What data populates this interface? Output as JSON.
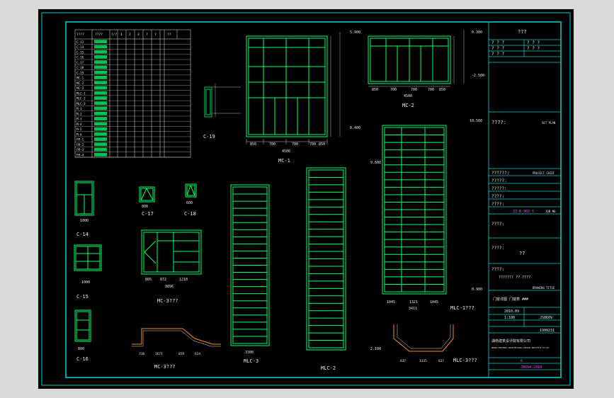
{
  "title_block": {
    "title": "???",
    "rows_top": [
      "? ? ?",
      "? ? ?",
      "? ? ?",
      "? ? ?",
      "? ? ?"
    ],
    "design": "????:",
    "design_en": "SET PLAN",
    "project_label": "??????:",
    "project_en": "PROJECT CHIEF",
    "r2": "?????:",
    "r3": "?????:",
    "r4": "????:",
    "r5": "????:",
    "drawing_no": "ZZ-B-902-5",
    "drawing_en": "JOB NO.",
    "sub1": "????:",
    "name_label": "????:",
    "name_val": "??",
    "content_label": "????:",
    "content_val": "???????  ??  ????",
    "sheet_en": "DRAWING TITLE",
    "sheet_name": "门窗详图  门窗表  ###",
    "date": "2010.09",
    "scale": "1:100",
    "page": "JS0609",
    "cert": "1900231",
    "company": "湖南建筑设计院有限公司",
    "company_en": "HUNAN PROVINCE ARCHITECTURAL DESIGN INSTITUTE CO.LTD",
    "sheet_no": "8",
    "code": "J8604.2010"
  },
  "labels": {
    "c19": "C-19",
    "mc1": "MC-1",
    "mc2": "MC-2",
    "c14": "C-14",
    "c17": "C-17",
    "c18": "C-18",
    "c15": "C-15",
    "c16": "C-16",
    "mc3q": "MC-3???",
    "mlc3": "MLC-3",
    "mlc2": "MLC-2",
    "mlc1": "MLC-1???",
    "mc3q2": "MC-3???",
    "mlc3q": "MLC-3???"
  },
  "dims": {
    "mc1_w": "4500",
    "mc1_segs": [
      "850",
      "700",
      "700",
      "700",
      "850"
    ],
    "mc2_w": "4500",
    "mc2_segs": [
      "850",
      "700",
      "700",
      "700",
      "850"
    ],
    "mlc1_w": "3411",
    "mlc1_segs": [
      "1045",
      "1321",
      "1045"
    ],
    "elev_5900": "5.900",
    "elev_0300": "0.300",
    "elev_2500": "-2.500",
    "elev_0400": "0.400",
    "elev_9600": "9.600",
    "elev_10500": "10.500",
    "elev_0900": "0.900",
    "elev_2100": "2.100",
    "c14_w": "1000",
    "c17_w": "800",
    "c18_w": "600",
    "c15_w": "1000",
    "c16_w": "800",
    "mc3_w": "3896",
    "mc3_segs": [
      "805",
      "872",
      "1218"
    ],
    "mlc3_w": "3300",
    "mc3plan_segs": [
      "310",
      "1671",
      "859",
      "624"
    ],
    "mlc3plan_segs": [
      "837",
      "1335",
      "837"
    ]
  },
  "table": {
    "headers": [
      "????",
      "????",
      "?/?",
      "1",
      "2",
      "3",
      "?",
      "?",
      "??"
    ],
    "codes": [
      "C-13",
      "C-14",
      "C-15",
      "C-16",
      "C-17",
      "C-18",
      "C-19",
      "MC-1",
      "MC-2",
      "MC-3",
      "MLC-1",
      "MLC-2",
      "MLC-3",
      "M-1",
      "M-2",
      "M-3",
      "M-4",
      "M-5",
      "M-6",
      "FM-1",
      "FM-2",
      "FM-3",
      "FM-4"
    ]
  }
}
